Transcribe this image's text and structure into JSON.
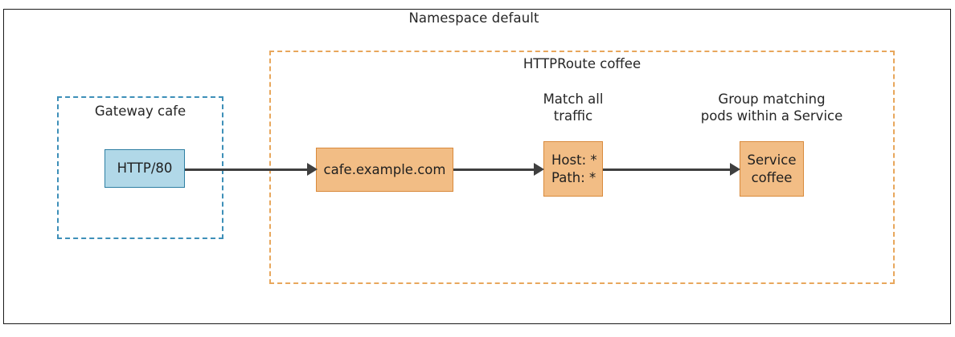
{
  "diagram": {
    "namespace": {
      "label": "Namespace default",
      "border_color": "#1a1a1a"
    },
    "httproute": {
      "label": "HTTPRoute coffee",
      "border_color": "#e8a75c",
      "border_style": "dashed"
    },
    "gateway": {
      "label": "Gateway cafe",
      "border_color": "#3d8fb8",
      "border_style": "dashed"
    },
    "nodes": {
      "listener": {
        "label": "HTTP/80",
        "fill": "#b1d8e8",
        "stroke": "#2e7fa3"
      },
      "hostname": {
        "label": "cafe.example.com",
        "fill": "#f2bd85",
        "stroke": "#d98a3c"
      },
      "match": {
        "line1": "Host: *",
        "line2": "Path: *",
        "fill": "#f2bd85",
        "stroke": "#d98a3c"
      },
      "backend": {
        "line1": "Service",
        "line2": "coffee",
        "fill": "#f2bd85",
        "stroke": "#d98a3c"
      }
    },
    "captions": {
      "match": {
        "line1": "Match all",
        "line2": "traffic"
      },
      "backend": {
        "line1": "Group matching",
        "line2": "pods within a Service"
      }
    },
    "edges": {
      "arrow_color": "#3f3f3f"
    }
  }
}
